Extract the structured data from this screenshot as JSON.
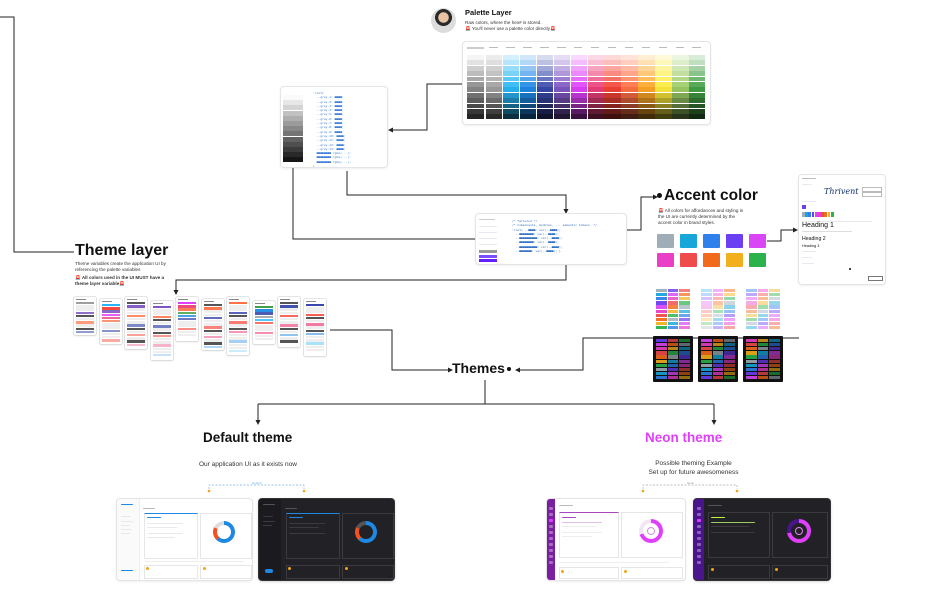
{
  "palette": {
    "title": "Palette Layer",
    "line1": "Raw colors, where the hex# is stored.",
    "line2": "🚨 You'll never use a palette color directly🚨",
    "column_colors": [
      "#9e9e9e",
      "#29b6f6",
      "#1e88e5",
      "#3949ab",
      "#7e57c2",
      "#e040fb",
      "#ec407a",
      "#f44336",
      "#ff7043",
      "#ffa726",
      "#ffeb3b",
      "#9ccc65",
      "#43a047"
    ]
  },
  "theme_layer": {
    "title": "Theme layer",
    "line1": "Theme variables create the application UI by",
    "line2": "referencing the palette variables",
    "note": "🚨 All colors used in the UI MUST have a theme layer variable🚨"
  },
  "accent": {
    "title": "Accent color",
    "line1": "🚨 All colors for affordances and styling in",
    "line2": "the UI are currently determined by the",
    "line3": "accent color in brand styles.",
    "swatches": [
      "#9eadb8",
      "#17a6d9",
      "#2f80ed",
      "#6b3ff2",
      "#d846f5",
      "#e83fc6",
      "#f04b4b",
      "#f26a1b",
      "#f2b01e",
      "#2bb24c"
    ]
  },
  "style_panel": {
    "brand": "Thrivent",
    "heading1": "Heading 1",
    "heading2": "Heading 2",
    "heading3": "Heading 3"
  },
  "themes": {
    "title": "Themes"
  },
  "default_theme": {
    "title": "Default theme",
    "subtitle": "Our application UI as it exists now",
    "mode_label": "Default"
  },
  "neon_theme": {
    "title": "Neon theme",
    "subtitle1": "Possible theming Example",
    "subtitle2": "Set up for future awesomeness",
    "mode_label": "Neon",
    "accent": "#e040fb"
  }
}
